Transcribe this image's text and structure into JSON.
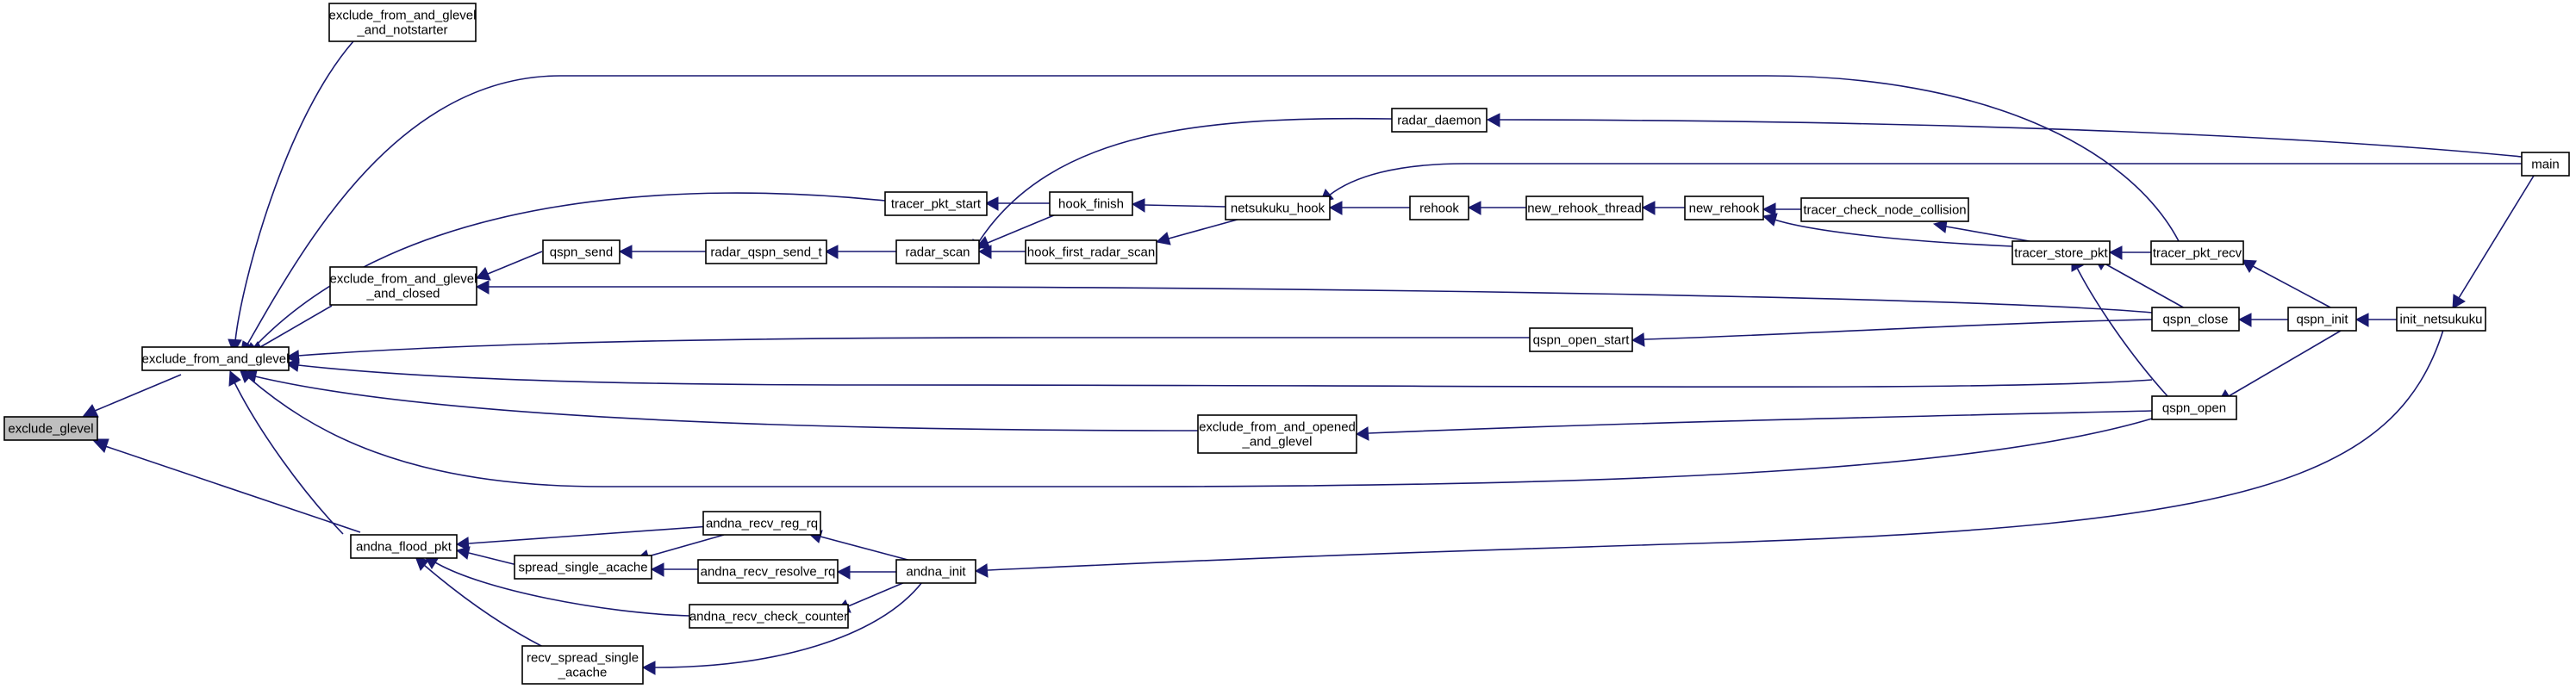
{
  "colors": {
    "edge": "#191970",
    "node_fill": "#ffffff",
    "highlight_fill": "#bfbfbf",
    "border": "#000000"
  },
  "nodes": {
    "exclude_glevel": {
      "lines": [
        "exclude_glevel"
      ],
      "highlight": true
    },
    "excl_notstarter": {
      "lines": [
        "exclude_from_and_glevel",
        "_and_notstarter"
      ]
    },
    "excl_and_glevel": {
      "lines": [
        "exclude_from_and_glevel"
      ]
    },
    "excl_closed": {
      "lines": [
        "exclude_from_and_glevel",
        "_and_closed"
      ]
    },
    "andna_flood_pkt": {
      "lines": [
        "andna_flood_pkt"
      ]
    },
    "tracer_pkt_start": {
      "lines": [
        "tracer_pkt_start"
      ]
    },
    "qspn_send": {
      "lines": [
        "qspn_send"
      ]
    },
    "radar_qspn_send_t": {
      "lines": [
        "radar_qspn_send_t"
      ]
    },
    "radar_scan": {
      "lines": [
        "radar_scan"
      ]
    },
    "radar_daemon": {
      "lines": [
        "radar_daemon"
      ]
    },
    "hook_finish": {
      "lines": [
        "hook_finish"
      ]
    },
    "hook_first_radar_scan": {
      "lines": [
        "hook_first_radar_scan"
      ]
    },
    "netsukuku_hook": {
      "lines": [
        "netsukuku_hook"
      ]
    },
    "rehook": {
      "lines": [
        "rehook"
      ]
    },
    "new_rehook_thread": {
      "lines": [
        "new_rehook_thread"
      ]
    },
    "new_rehook": {
      "lines": [
        "new_rehook"
      ]
    },
    "tracer_check_node_collision": {
      "lines": [
        "tracer_check_node_collision"
      ]
    },
    "tracer_store_pkt": {
      "lines": [
        "tracer_store_pkt"
      ]
    },
    "tracer_pkt_recv": {
      "lines": [
        "tracer_pkt_recv"
      ]
    },
    "main": {
      "lines": [
        "main"
      ]
    },
    "qspn_open_start": {
      "lines": [
        "qspn_open_start"
      ]
    },
    "qspn_close": {
      "lines": [
        "qspn_close"
      ]
    },
    "qspn_init": {
      "lines": [
        "qspn_init"
      ]
    },
    "init_netsukuku": {
      "lines": [
        "init_netsukuku"
      ]
    },
    "excl_opened": {
      "lines": [
        "exclude_from_and_opened",
        "_and_glevel"
      ]
    },
    "qspn_open": {
      "lines": [
        "qspn_open"
      ]
    },
    "andna_recv_reg_rq": {
      "lines": [
        "andna_recv_reg_rq"
      ]
    },
    "spread_single_acache": {
      "lines": [
        "spread_single_acache"
      ]
    },
    "andna_recv_resolve_rq": {
      "lines": [
        "andna_recv_resolve_rq"
      ]
    },
    "andna_init": {
      "lines": [
        "andna_init"
      ]
    },
    "andna_recv_check_counter": {
      "lines": [
        "andna_recv_check_counter"
      ]
    },
    "recv_spread_single_acache": {
      "lines": [
        "recv_spread_single",
        "_acache"
      ]
    }
  }
}
